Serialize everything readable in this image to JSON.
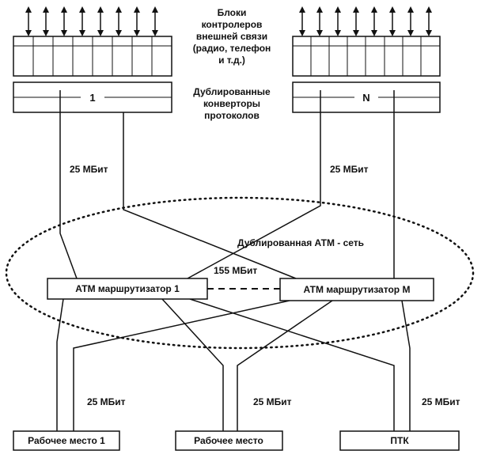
{
  "header": {
    "controllers_caption": [
      "Блоки",
      "контролеров",
      "внешней связи",
      "(радио, телефон",
      "и т.д.)"
    ],
    "converters_caption": [
      "Дублированные",
      "конверторы",
      "протоколов"
    ]
  },
  "converters": {
    "left_label": "1",
    "right_label": "N"
  },
  "links": {
    "upper_left_speed": "25 МБит",
    "upper_right_speed": "25 МБит",
    "router_link_speed": "155 МБит",
    "bottom_left_speed": "25 МБит",
    "bottom_middle_speed": "25 МБит",
    "bottom_right_speed": "25 МБит"
  },
  "network": {
    "label": "Дублированная АТМ - сеть"
  },
  "routers": {
    "router_1": "АТМ маршрутизатор 1",
    "router_m": "АТМ маршрутизатор М"
  },
  "endpoints": {
    "workstation_1": "Рабочее место 1",
    "workstation": "Рабочее место",
    "ptk": "ПТК"
  },
  "colors": {
    "ink": "#111111",
    "background": "#ffffff"
  }
}
